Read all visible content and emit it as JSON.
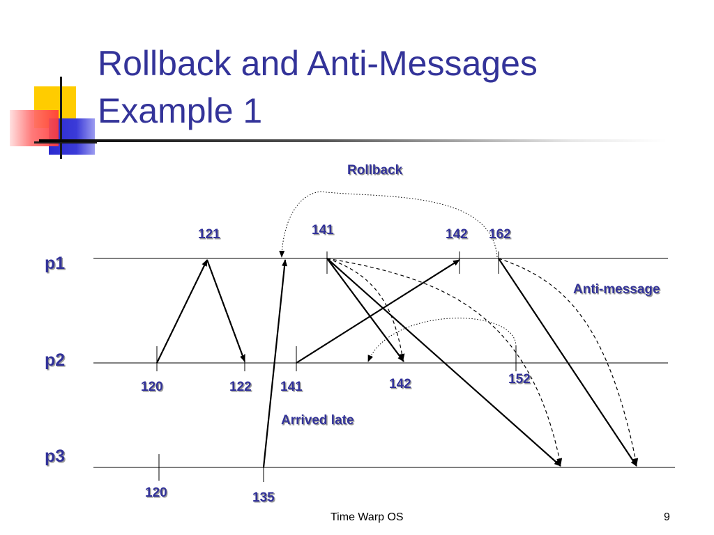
{
  "title": {
    "line1": "Rollback and Anti-Messages",
    "line2": "Example 1"
  },
  "processes": [
    {
      "id": "p1",
      "label": "p1"
    },
    {
      "id": "p2",
      "label": "p2"
    },
    {
      "id": "p3",
      "label": "p3"
    }
  ],
  "events": {
    "p1_121": "121",
    "p1_141": "141",
    "p1_142": "142",
    "p1_162": "162",
    "p2_120": "120",
    "p2_122": "122",
    "p2_141": "141",
    "p2_142": "142",
    "p2_152": "152",
    "p3_120": "120",
    "p3_135": "135"
  },
  "annotations": {
    "rollback": "Rollback",
    "anti_message": "Anti-message",
    "arrived_late": "Arrived late"
  },
  "footer": {
    "title": "Time Warp OS",
    "page": "9"
  },
  "colors": {
    "title": "#333399",
    "labels": "#333399",
    "lines": "#000000"
  }
}
